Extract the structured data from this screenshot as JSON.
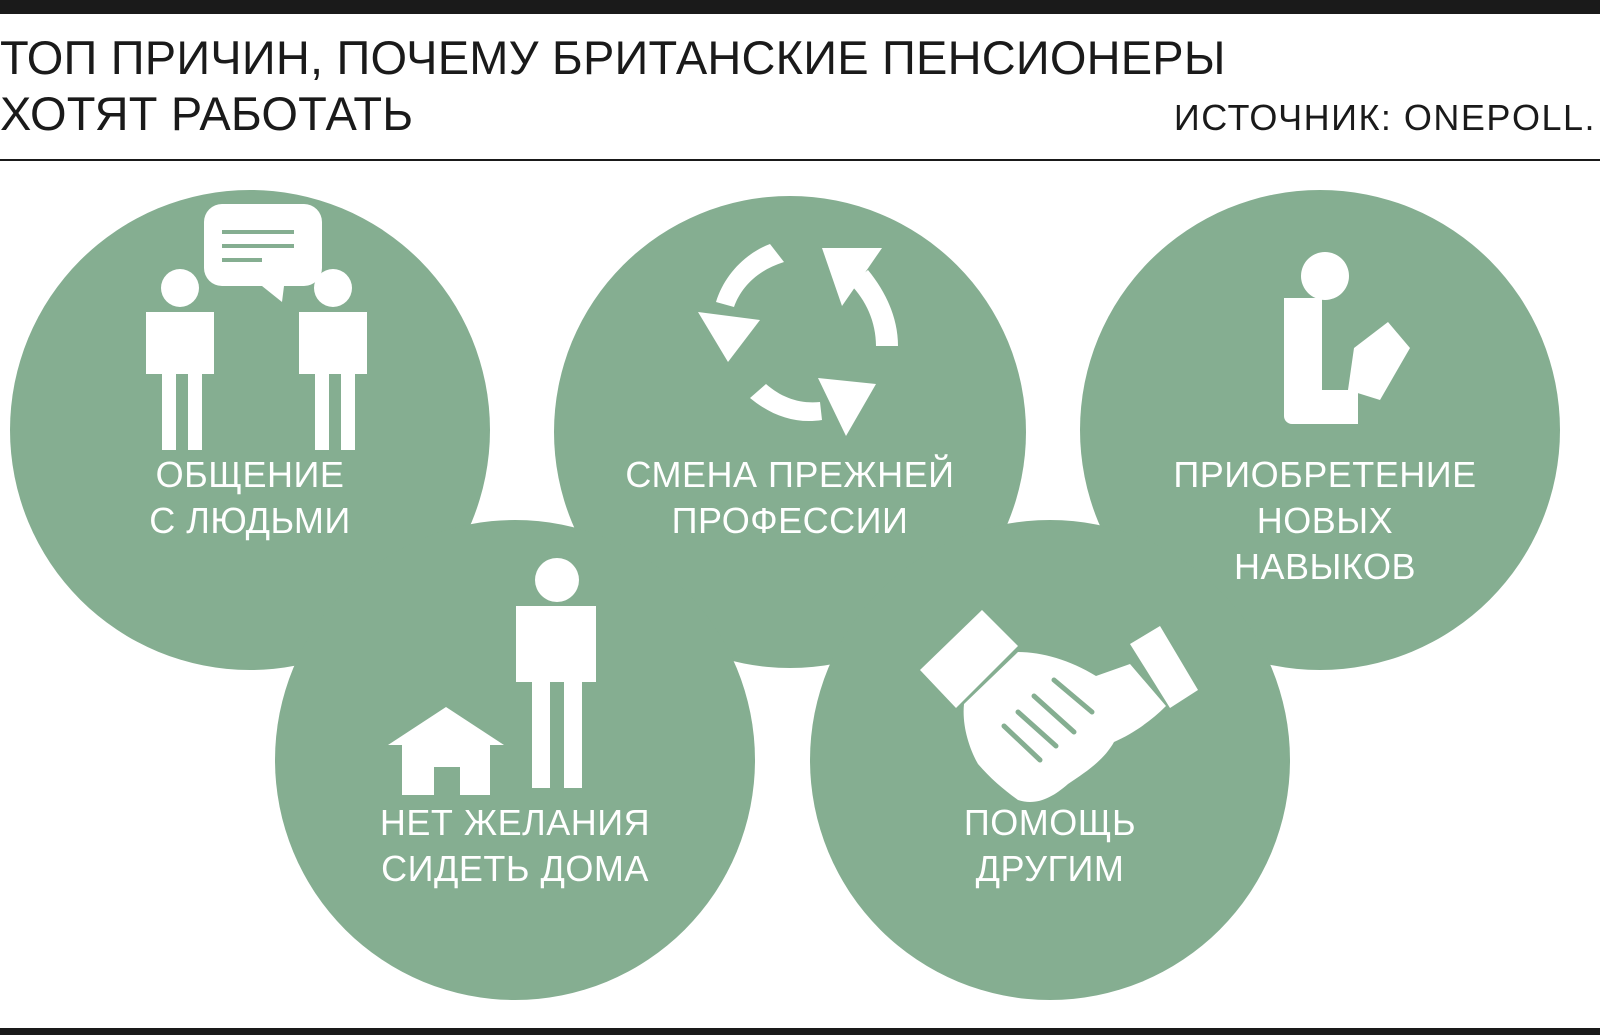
{
  "title": {
    "line1": "ТОП ПРИЧИН, ПОЧЕМУ БРИТАНСКИЕ ПЕНСИОНЕРЫ",
    "line2": "ХОТЯТ РАБОТАТЬ"
  },
  "source": "ИСТОЧНИК: ONEPOLL.",
  "colors": {
    "circle": "#85ae91",
    "icon": "#ffffff",
    "rule": "#1a1a1a"
  },
  "items": [
    {
      "icon": "two-people-talking-icon",
      "lines": [
        "ОБЩЕНИЕ",
        "С ЛЮДЬМИ"
      ]
    },
    {
      "icon": "recycle-arrows-icon",
      "lines": [
        "СМЕНА ПРЕЖНЕЙ",
        "ПРОФЕССИИ"
      ]
    },
    {
      "icon": "person-reading-icon",
      "lines": [
        "ПРИОБРЕТЕНИЕ",
        "НОВЫХ",
        "НАВЫКОВ"
      ]
    },
    {
      "icon": "person-house-icon",
      "lines": [
        "НЕТ ЖЕЛАНИЯ",
        "СИДЕТЬ ДОМА"
      ]
    },
    {
      "icon": "handshake-icon",
      "lines": [
        "ПОМОЩЬ",
        "ДРУГИМ"
      ]
    }
  ]
}
